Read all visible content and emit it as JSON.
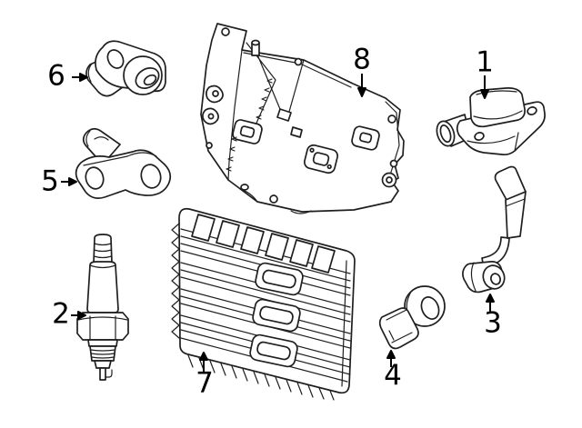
{
  "figure": {
    "type": "exploded-parts-diagram",
    "background_color": "#ffffff",
    "line_color": "#1f1f1f",
    "label_color": "#000000"
  },
  "callouts": [
    {
      "number": "1",
      "part": "ignition-coil"
    },
    {
      "number": "2",
      "part": "spark-plug"
    },
    {
      "number": "3",
      "part": "spark-plug-wire"
    },
    {
      "number": "4",
      "part": "knock-sensor"
    },
    {
      "number": "5",
      "part": "crankshaft-position-sensor"
    },
    {
      "number": "6",
      "part": "camshaft-position-sensor"
    },
    {
      "number": "7",
      "part": "engine-control-module"
    },
    {
      "number": "8",
      "part": "ignition-coil-bracket"
    }
  ]
}
